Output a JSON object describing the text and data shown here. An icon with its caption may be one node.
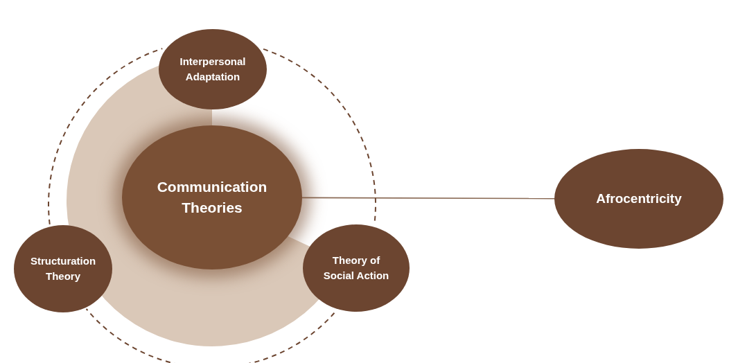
{
  "diagram": {
    "nodes": [
      {
        "text": [
          "Communication Theories"
        ]
      },
      {
        "text": [
          "Interpersonal Adaptation"
        ]
      },
      {
        "text": [
          "Structuration Theory"
        ]
      },
      {
        "text": [
          "Theory of Social Action"
        ]
      },
      {
        "text": [
          "Afrocentricity"
        ]
      }
    ],
    "edges": [
      {
        "from": 0,
        "to": 4,
        "arrow": "none"
      },
      {
        "from": 1,
        "to": 3,
        "arrow": "none",
        "style": "dashed"
      },
      {
        "from": 3,
        "to": 2,
        "arrow": "none",
        "style": "dashed"
      },
      {
        "from": 2,
        "to": 1,
        "arrow": "none",
        "style": "dashed"
      }
    ]
  }
}
